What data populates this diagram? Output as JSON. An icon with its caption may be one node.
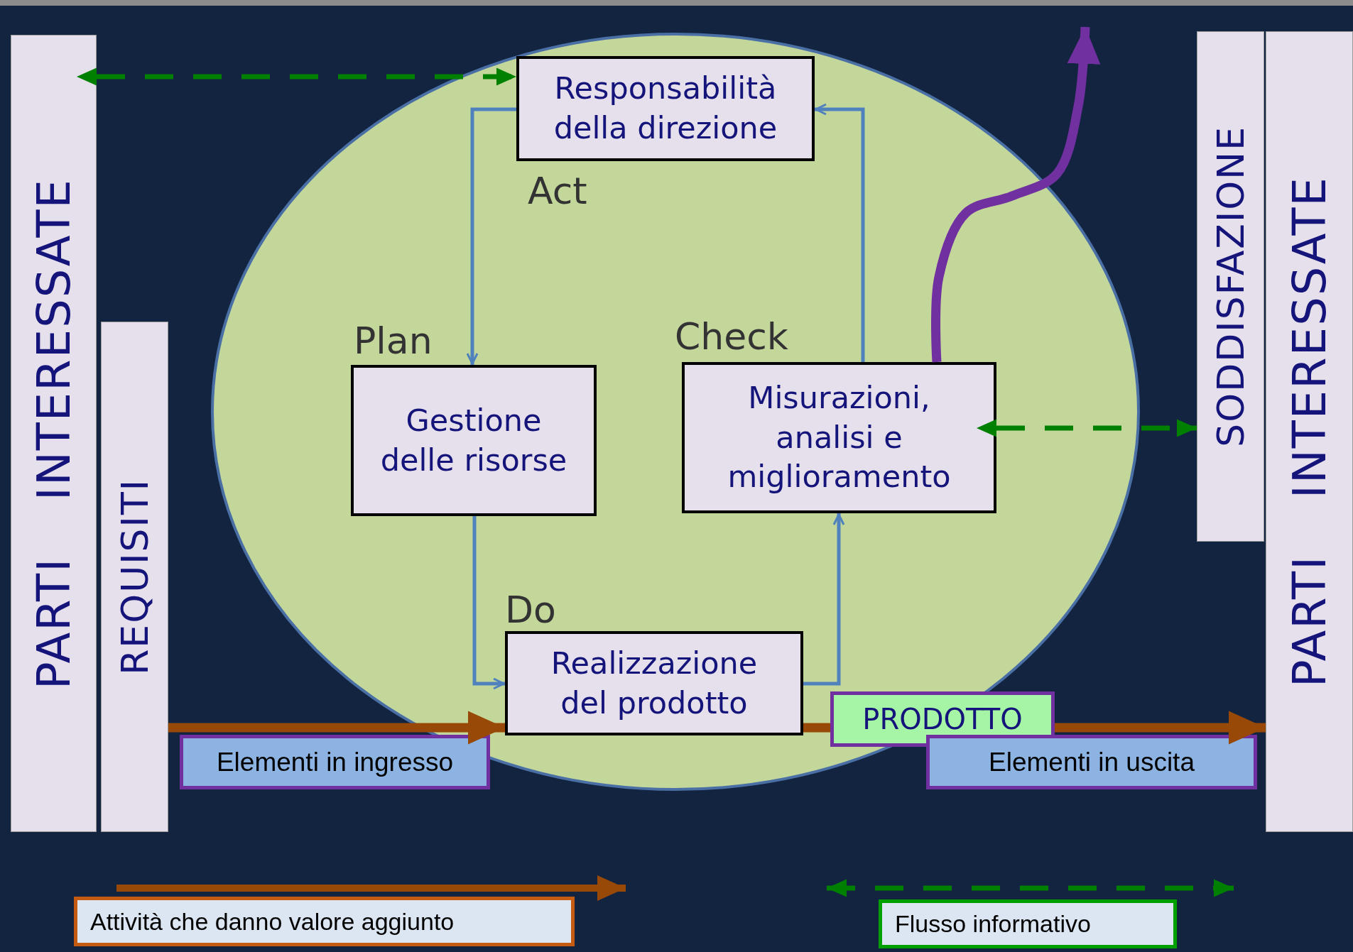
{
  "diagram": {
    "nodes": [
      {
        "text": [
          "PARTI INTERESSATE"
        ]
      },
      {
        "text": [
          "REQUISITI"
        ]
      },
      {
        "text": [
          "Responsabilità della direzione"
        ],
        "beside": [
          "Act"
        ]
      },
      {
        "text": [
          "Gestione delle risorse"
        ],
        "beside": [
          "Plan"
        ]
      },
      {
        "text": [
          "Misurazioni, analisi e miglioramento"
        ],
        "beside": [
          "Check"
        ]
      },
      {
        "text": [
          "Realizzazione del prodotto"
        ],
        "beside": [
          "Do"
        ]
      },
      {
        "text": [
          "PRODOTTO"
        ]
      },
      {
        "text": [
          "Elementi in ingresso"
        ]
      },
      {
        "text": [
          "Elementi in uscita"
        ]
      },
      {
        "text": [
          "SODDISFAZIONE"
        ]
      },
      {
        "text": [
          "PARTI INTERESSATE"
        ]
      }
    ],
    "edges": [
      {
        "from": 2,
        "to": 3,
        "arrow": "to"
      },
      {
        "from": 3,
        "to": 5,
        "arrow": "to"
      },
      {
        "from": 5,
        "to": 4,
        "arrow": "to"
      },
      {
        "from": 4,
        "to": 2,
        "arrow": "to"
      },
      {
        "from": 0,
        "to": 2,
        "arrow": "both",
        "style": "dashed",
        "color": "#008000"
      },
      {
        "from": 4,
        "to": 9,
        "arrow": "both",
        "style": "dashed",
        "color": "#008000"
      },
      {
        "from": 1,
        "to": 5,
        "arrow": "to",
        "style": "thick",
        "color": "#984807"
      },
      {
        "from": 5,
        "to": 6,
        "arrow": "none",
        "style": "thick",
        "color": "#984807"
      },
      {
        "from": 6,
        "to": 10,
        "arrow": "to",
        "style": "thick",
        "color": "#984807"
      },
      {
        "from": 4,
        "to": null,
        "arrow": "to",
        "style": "thick",
        "color": "#7030a0"
      }
    ],
    "legend": [
      {
        "text": "Attività che danno valore aggiunto"
      },
      {
        "text": "Flusso informativo"
      }
    ]
  }
}
